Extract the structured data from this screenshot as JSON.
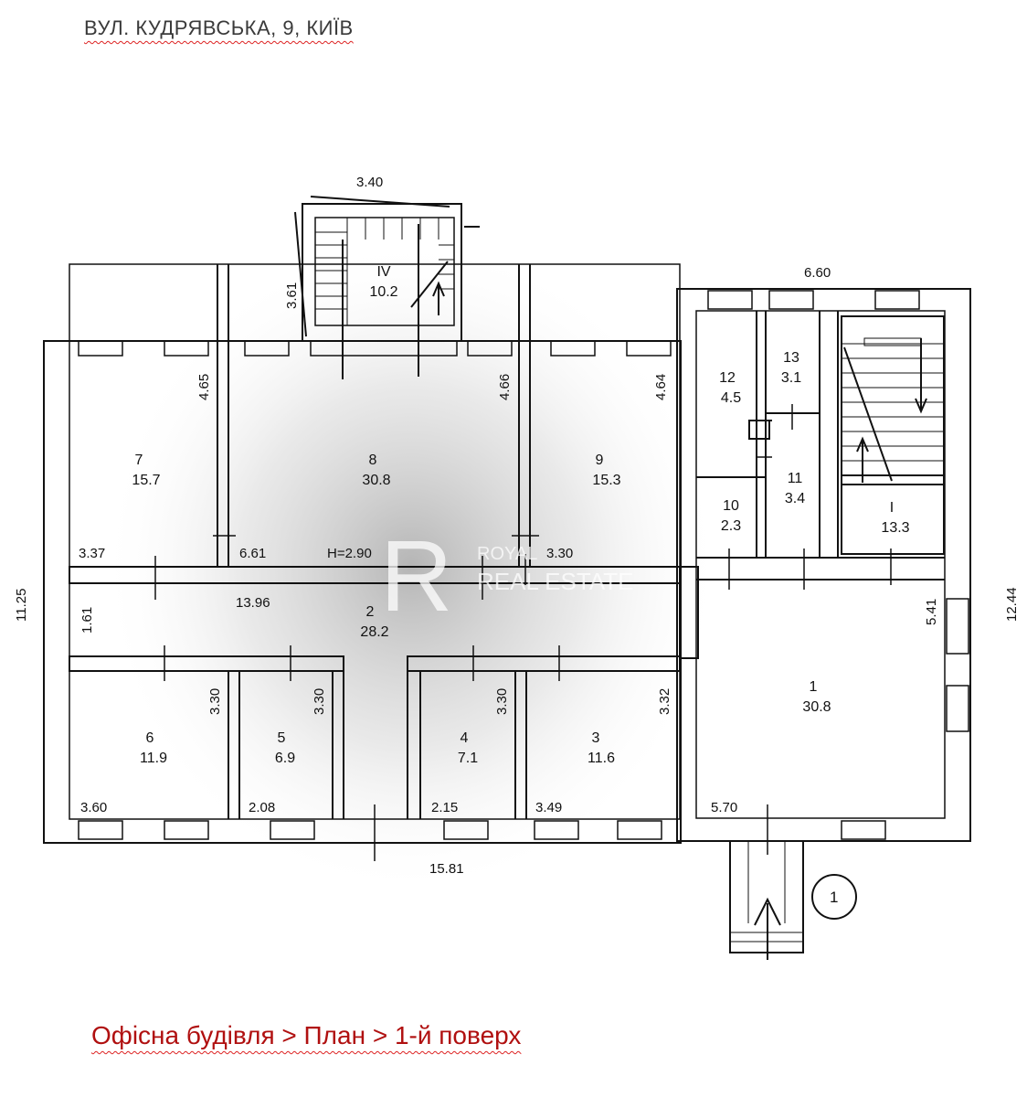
{
  "header": {
    "address": "ВУЛ. КУДРЯВСЬКА, 9, КИЇВ"
  },
  "breadcrumb": {
    "text": "Офісна будівля > План > 1-й поверх"
  },
  "watermark": {
    "letter": "R",
    "line1": "ROYAL",
    "line2": "REAL ESTATE"
  },
  "height_label": "H=2.90",
  "entrance_marker": "1",
  "rooms": {
    "r1": {
      "no": "1",
      "area": "30.8"
    },
    "r2": {
      "no": "2",
      "area": "28.2"
    },
    "r3": {
      "no": "3",
      "area": "11.6"
    },
    "r4": {
      "no": "4",
      "area": "7.1"
    },
    "r5": {
      "no": "5",
      "area": "6.9"
    },
    "r6": {
      "no": "6",
      "area": "11.9"
    },
    "r7": {
      "no": "7",
      "area": "15.7"
    },
    "r8": {
      "no": "8",
      "area": "30.8"
    },
    "r9": {
      "no": "9",
      "area": "15.3"
    },
    "r10": {
      "no": "10",
      "area": "2.3"
    },
    "r11": {
      "no": "11",
      "area": "3.4"
    },
    "r12": {
      "no": "12",
      "area": "4.5"
    },
    "r13": {
      "no": "13",
      "area": "3.1"
    },
    "rI": {
      "no": "I",
      "area": "13.3"
    },
    "rIV": {
      "no": "IV",
      "area": "10.2"
    }
  },
  "dims": {
    "stair_width": "3.40",
    "stair_depth": "3.61",
    "right_top": "6.60",
    "left_height": "11.25",
    "right_height": "12.44",
    "bottom_length": "15.81",
    "r7_h": "4.65",
    "r8_h": "4.66",
    "r9_h": "4.64",
    "r7_w": "3.37",
    "r8_w": "6.61",
    "r9_w": "3.30",
    "corridor_len": "13.96",
    "corridor_w": "1.61",
    "r6_h": "3.30",
    "r5_h": "3.30",
    "r4_h": "3.30",
    "r3_h": "3.32",
    "r1_h": "5.41",
    "r6_w": "3.60",
    "r5_w": "2.08",
    "r4_w": "2.15",
    "r3_w": "3.49",
    "r1_w": "5.70"
  }
}
